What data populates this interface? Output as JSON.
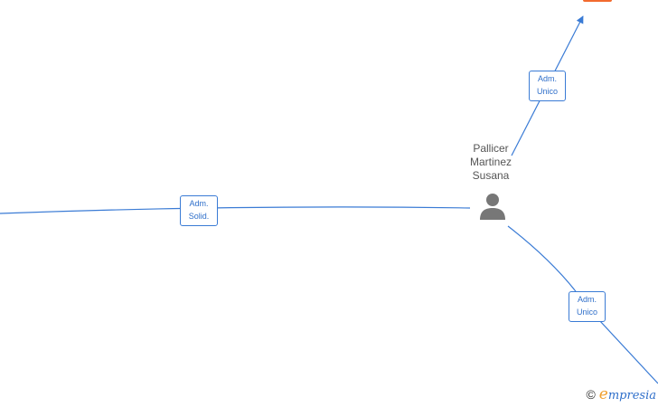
{
  "person": {
    "name_lines": [
      "Pallicer",
      "Martinez",
      "Susana"
    ]
  },
  "edges": [
    {
      "label_lines": [
        "Adm.",
        "Unico"
      ]
    },
    {
      "label_lines": [
        "Adm.",
        "Solid."
      ]
    },
    {
      "label_lines": [
        "Adm.",
        "Unico"
      ]
    }
  ],
  "branding": {
    "copyright_symbol": "©",
    "logo_initial": "e",
    "logo_rest": "mpresia"
  },
  "colors": {
    "edge": "#3a7bd5",
    "label_text": "#2f6fca",
    "company_node": "#f26a2e",
    "person_icon": "#777777"
  }
}
